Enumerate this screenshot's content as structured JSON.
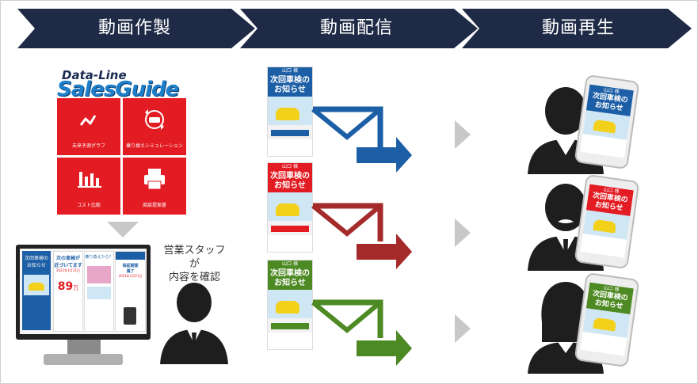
{
  "steps": [
    {
      "label": "動画作製"
    },
    {
      "label": "動画配信"
    },
    {
      "label": "動画再生"
    }
  ],
  "colors": {
    "navy": "#1f2b46",
    "red": "#e31c23",
    "blue": "#1d5fa6",
    "darkred": "#a52a2a",
    "green": "#4e8a23",
    "chevron": "#c8c8c8",
    "silhouette": "#1e1e1e"
  },
  "sales_guide": {
    "logo_top": "Data-Line",
    "logo_main": "SalesGuide",
    "tiles": [
      {
        "caption": "未来予測グラフ",
        "icon": "trend-line-icon"
      },
      {
        "caption": "乗り換えシミュレーション",
        "icon": "car-swap-icon"
      },
      {
        "caption": "コスト比較",
        "icon": "bar-chart-icon"
      },
      {
        "caption": "商談提案書",
        "icon": "printer-icon"
      }
    ]
  },
  "monitor": {
    "panel1_title": "次回車検の\nお知らせ",
    "panel2_title": "次の車検が\n近づいてます",
    "panel2_date": "2021年1月21日",
    "panel2_amount": "89",
    "panel2_unit": "万",
    "panel3_title": "乗り換えたら？",
    "panel4_title": "保証期間\n満了",
    "panel4_date": "2021年1月21日"
  },
  "staff_label": "営業スタッフが\n内容を確認",
  "cards": [
    {
      "name": "山口 様",
      "title": "次回車検の\nお知らせ",
      "color": "blue"
    },
    {
      "name": "山口 様",
      "title": "次回車検の\nお知らせ",
      "color": "darkred"
    },
    {
      "name": "山口 様",
      "title": "次回車検の\nお知らせ",
      "color": "green"
    }
  ],
  "phones": [
    {
      "name": "山口 様",
      "title": "次回車検の\nお知らせ",
      "color": "blue"
    },
    {
      "name": "山口 様",
      "title": "次回車検の\nお知らせ",
      "color": "red"
    },
    {
      "name": "山口 様",
      "title": "次回車検の\nお知らせ",
      "color": "green"
    }
  ]
}
